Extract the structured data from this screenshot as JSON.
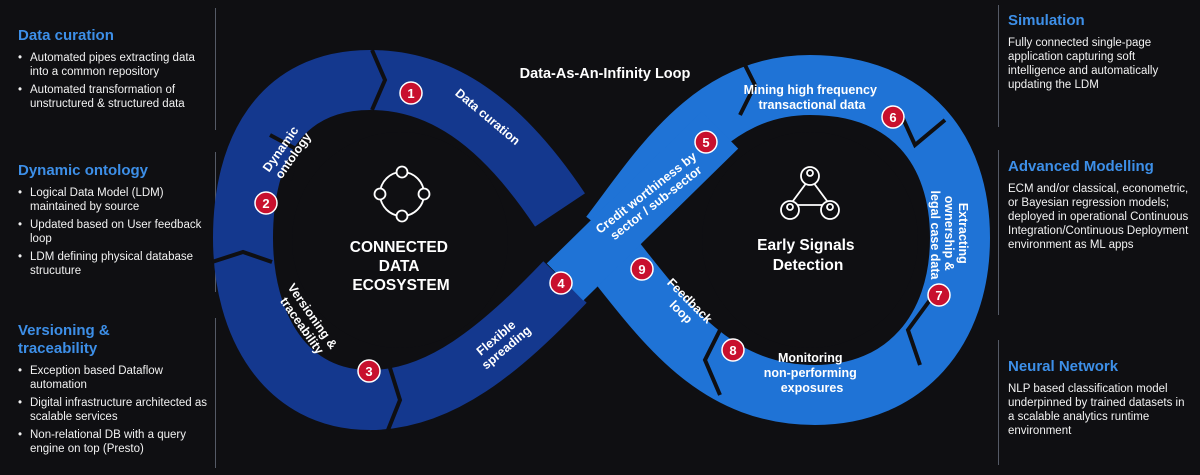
{
  "title": "Data-As-An-Infinity Loop",
  "left_panels": [
    {
      "heading": "Data curation",
      "bullets": [
        "Automated pipes extracting data into a common repository",
        "Automated transformation of unstructured & structured data"
      ]
    },
    {
      "heading": "Dynamic ontology",
      "bullets": [
        "Logical Data Model (LDM) maintained by source",
        "Updated based on User feedback loop",
        "LDM defining physical database strucuture"
      ]
    },
    {
      "heading": "Versioning & traceability",
      "bullets": [
        "Exception based Dataflow automation",
        "Digital infrastructure architected as scalable services",
        "Non-relational DB with a query engine on top (Presto)"
      ]
    }
  ],
  "right_panels": [
    {
      "heading": "Simulation",
      "text": "Fully connected single-page application capturing soft intelligence and automatically updating the LDM"
    },
    {
      "heading": "Advanced Modelling",
      "text": "ECM and/or classical, econometric, or Bayesian regression models; deployed in operational Continuous Integration/Continuous Deployment environment as ML apps"
    },
    {
      "heading": "Neural Network",
      "text": "NLP based classification model underpinned by trained datasets in a scalable analytics runtime environment"
    }
  ],
  "left_loop": {
    "label_lines": [
      "CONNECTED",
      "DATA",
      "ECOSYSTEM"
    ],
    "icon": "connected-nodes-icon"
  },
  "right_loop": {
    "label_lines": [
      "Early Signals",
      "Detection"
    ],
    "icon": "people-network-icon"
  },
  "steps": [
    {
      "num": "1",
      "lines": [
        "Data curation"
      ]
    },
    {
      "num": "2",
      "lines": [
        "Dynamic",
        "ontology"
      ]
    },
    {
      "num": "3",
      "lines": [
        "Versioning &",
        "traceability"
      ]
    },
    {
      "num": "4",
      "lines": [
        "Flexible",
        "spreading"
      ]
    },
    {
      "num": "5",
      "lines": [
        "Credit worthiness by",
        "sector / sub-sector"
      ]
    },
    {
      "num": "6",
      "lines": [
        "Mining high frequency",
        "transactional data"
      ]
    },
    {
      "num": "7",
      "lines": [
        "Extracting",
        "ownership &",
        "legal case data"
      ]
    },
    {
      "num": "8",
      "lines": [
        "Monitoring",
        "non-performing",
        "exposures"
      ]
    },
    {
      "num": "9",
      "lines": [
        "Feedback",
        "loop"
      ]
    }
  ],
  "colors": {
    "dark_blue": "#14388e",
    "light_blue": "#1f73d6",
    "badge_red": "#c8102e",
    "heading_blue": "#3d8fe8",
    "background": "#0f0f12"
  }
}
